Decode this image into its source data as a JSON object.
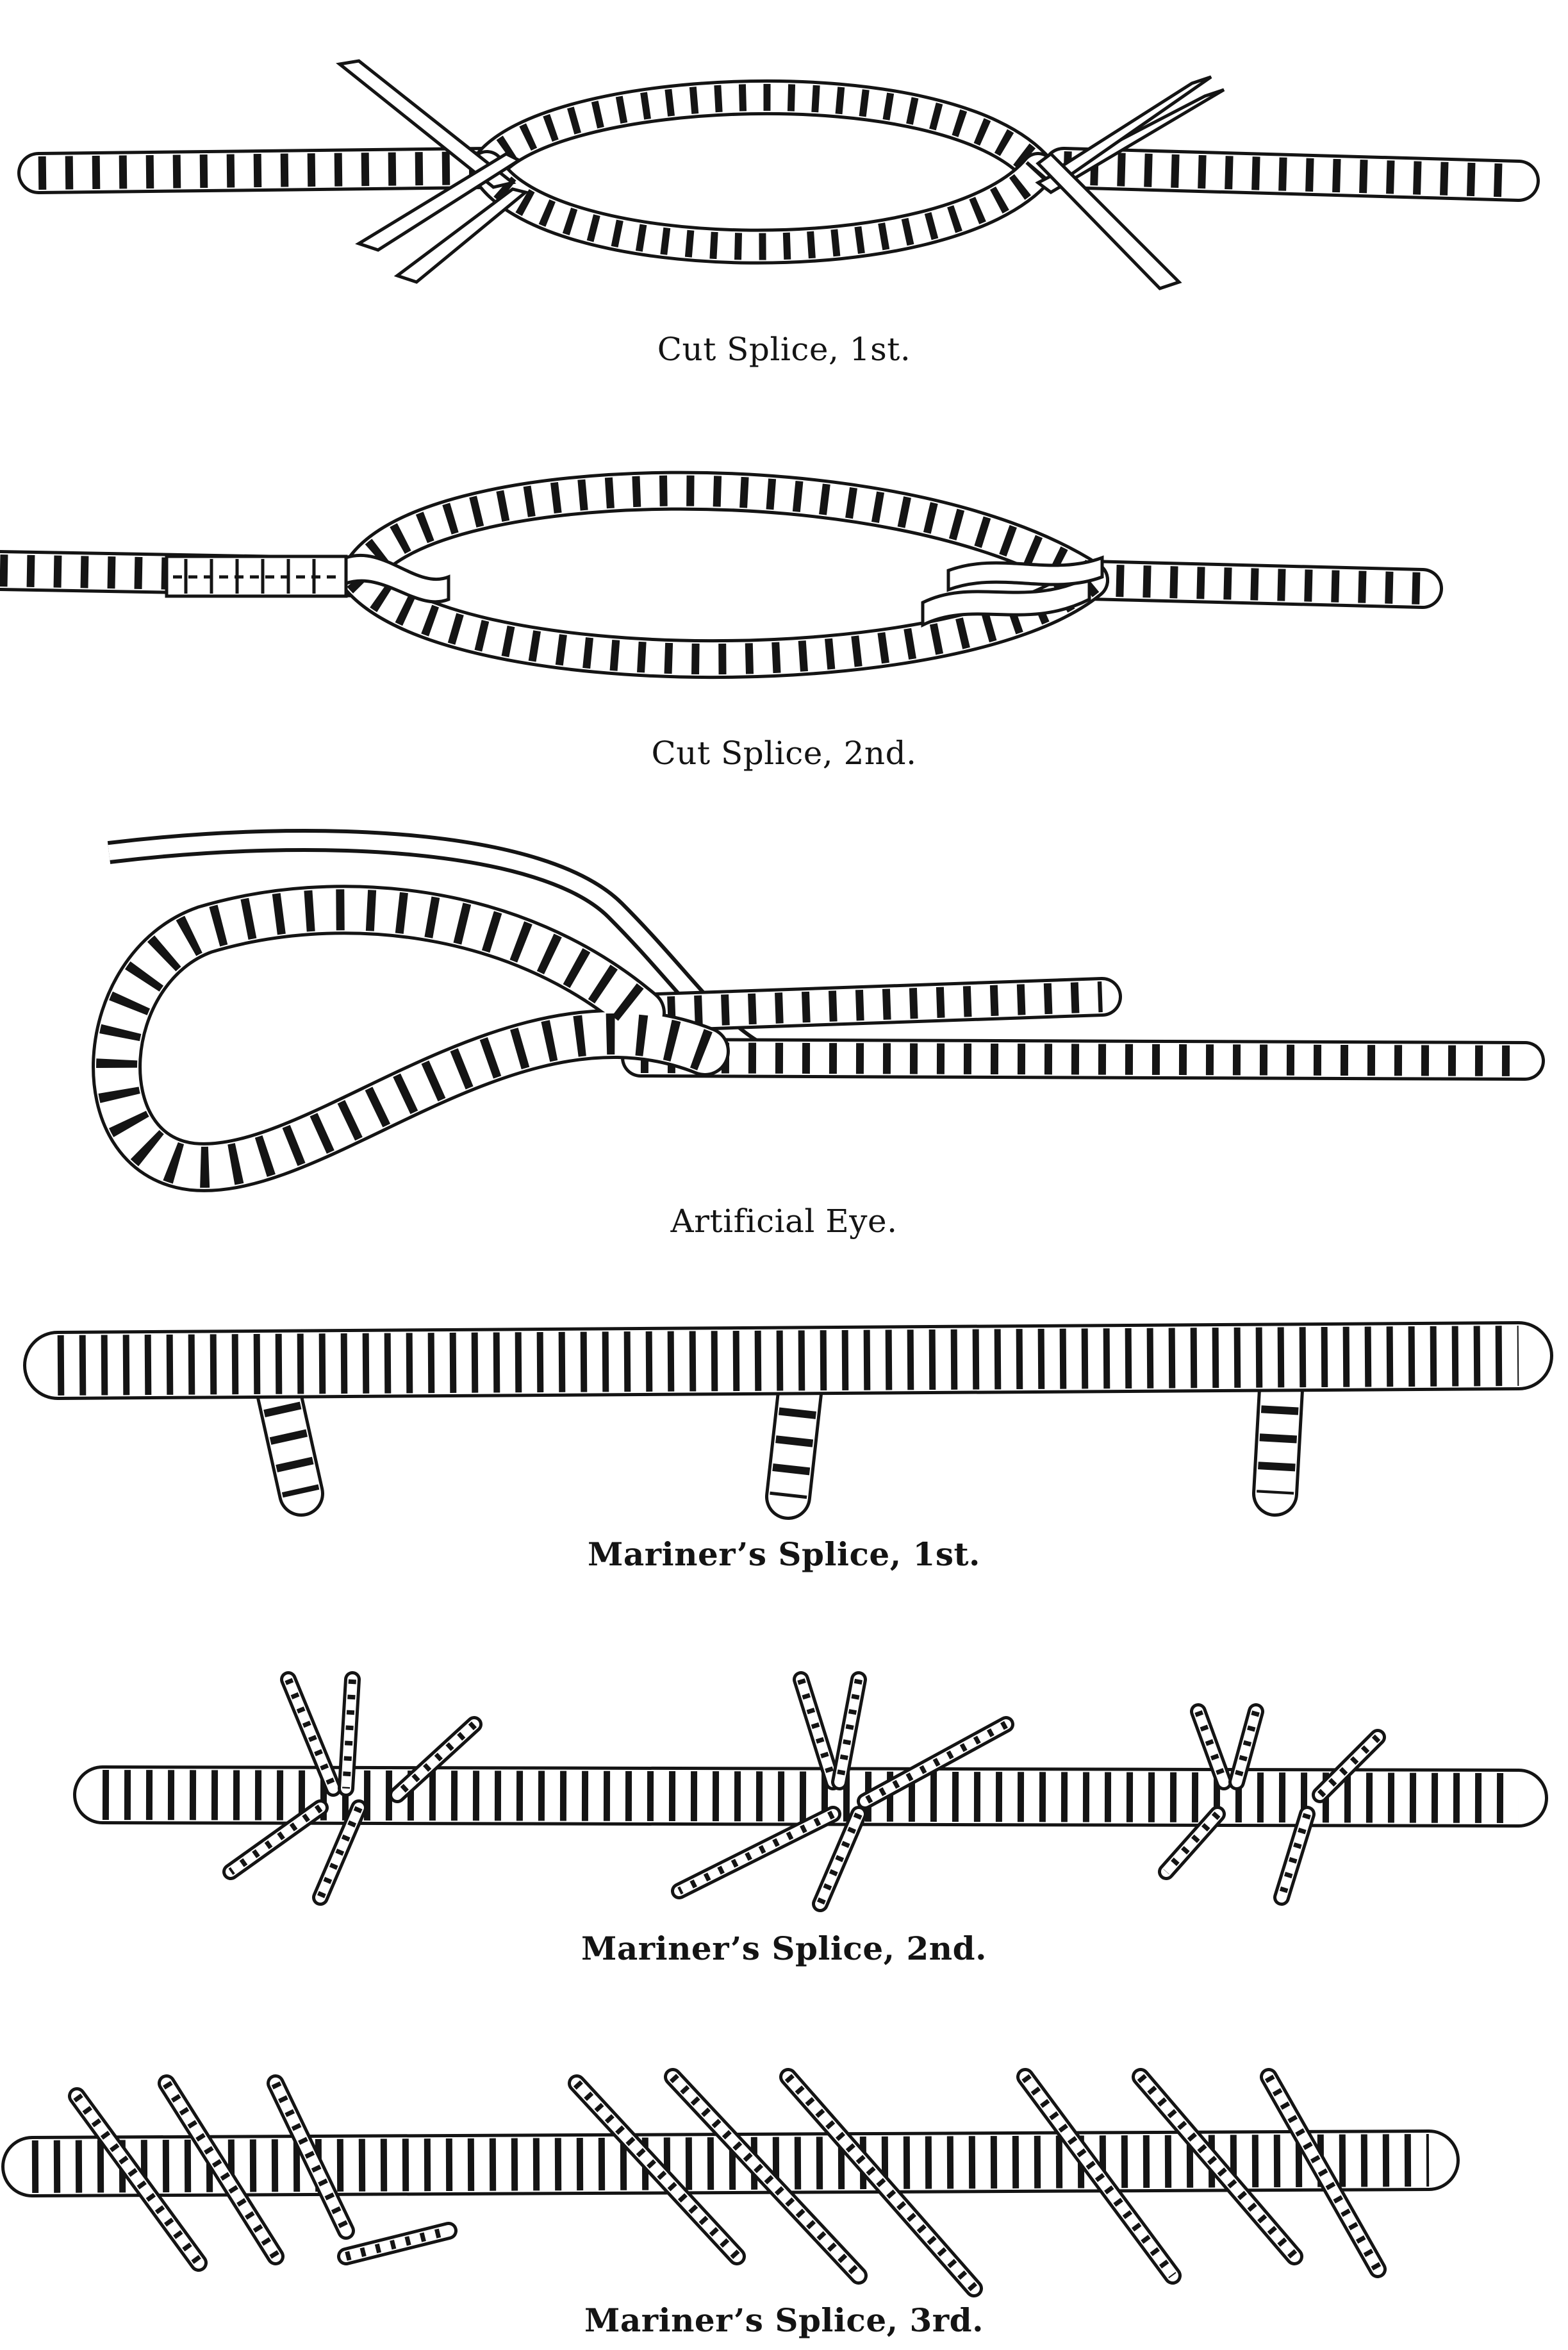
{
  "figures": [
    {
      "id": "cut-splice-1",
      "caption": "Cut Splice, 1st."
    },
    {
      "id": "cut-splice-2",
      "caption": "Cut Splice, 2nd."
    },
    {
      "id": "artificial-eye",
      "caption": "Artificial Eye."
    },
    {
      "id": "mariners-splice-1",
      "caption": "Mariner’s Splice, 1st."
    },
    {
      "id": "mariners-splice-2",
      "caption": "Mariner’s Splice, 2nd."
    },
    {
      "id": "mariners-splice-3",
      "caption": "Mariner’s Splice, 3rd."
    }
  ],
  "colors": {
    "ink": "#141414",
    "paper": "#ffffff"
  }
}
